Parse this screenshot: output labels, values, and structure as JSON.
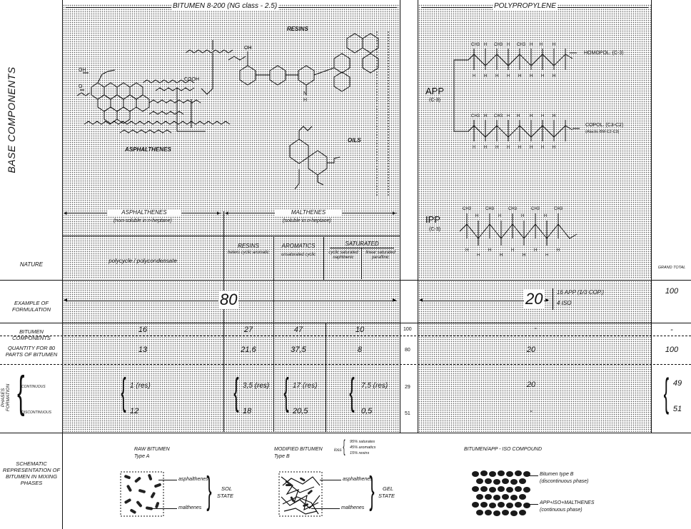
{
  "left_title": "BASE COMPONENTS",
  "headers": {
    "bitumen": "BITUMEN 8-200 (NG class - 2.5)",
    "polypropylene": "POLYPROPYLENE"
  },
  "bitumen_structures": {
    "resins_label": "RESINS",
    "asphalthenes_label": "ASPHALTHENES",
    "oils_label": "OILS",
    "oh": "OH",
    "cooh": "COOH",
    "o": "O",
    "n": "N",
    "h": "H"
  },
  "pp_structures": {
    "app_label": "APP",
    "app_sub": "(C-3)",
    "ipp_label": "IPP",
    "ipp_sub": "(C-3)",
    "homopol": "HOMOPOL. (C-3)",
    "copol": "COPOL. (C3-C2)",
    "copol_sub": "(Atactic BM C2-C3)",
    "ch3": "CH3",
    "h": "H",
    "c": "C"
  },
  "fractions": {
    "asphalthenes": "ASPHALTHENES",
    "asphalthenes_sub": "(non-soluble in n-heptane)",
    "malthenes": "MALTHENES",
    "malthenes_sub": "(soluble in n-heptane)"
  },
  "nature": {
    "label": "NATURE",
    "asphalthenes": "polycycle / polycondensate",
    "resins": "RESINS",
    "resins_sub": "hetero cyclic aromatic",
    "aromatics": "AROMATICS",
    "aromatics_sub": "unsaturated cyclic",
    "saturated": "SATURATED",
    "sat_cyclic": "cyclic saturated naphthenic",
    "sat_linear": "linear saturated paraffinic"
  },
  "grand_total_label": "GRAND TOTAL",
  "example": {
    "label": "EXAMPLE OF FORMULATION",
    "bitumen": "80",
    "pp": "20",
    "pp_note1": "16 APP (1/3 COP.)",
    "pp_note2": "4 ISO",
    "total": "100"
  },
  "components": {
    "label": "BITUMEN COMPONENTS",
    "values": [
      "16",
      "27",
      "47",
      "10"
    ],
    "subtotal": "100",
    "pp": "-",
    "total": "-"
  },
  "quantity": {
    "label": "QUANTITY FOR 80 PARTS OF BITUMEN",
    "values": [
      "13",
      "21,6",
      "37,5",
      "8"
    ],
    "subtotal": "80",
    "pp": "20",
    "total": "100"
  },
  "phases": {
    "label": "PHASES FORMATION",
    "continuous": "CONTINUOUS",
    "discontinuous": "DISCONTINUOUS",
    "cont_values": [
      "1 (res)",
      "3,5 (res)",
      "17 (res)",
      "7,5 (res)"
    ],
    "cont_subtotal": "29",
    "cont_pp": "20",
    "cont_total": "49",
    "disc_values": [
      "12",
      "18",
      "20,5",
      "0,5"
    ],
    "disc_subtotal": "51",
    "disc_pp": "-",
    "disc_total": "51"
  },
  "schematic": {
    "label": "SCHEMATIC REPRESENTATION OF BITUMEN IN MIXING PHASES",
    "raw_title": "RAW BITUMEN",
    "raw_type": "Type A",
    "raw_top": "asphalthenes",
    "raw_bottom": "malthenes",
    "raw_state1": "SOL",
    "raw_state2": "STATE",
    "mod_title": "MODIFIED BITUMEN",
    "mod_type": "Type B",
    "mod_loss_label": "loss",
    "mod_loss1": "95% saturates",
    "mod_loss2": "45% aromatics",
    "mod_loss3": "15% resins",
    "mod_top": "asphalthenes",
    "mod_bottom": "malthenes",
    "mod_state1": "GEL",
    "mod_state2": "STATE",
    "comp_title": "BITUMEN/APP - ISO COMPOUND",
    "comp_note1": "Bitumen type B",
    "comp_note1b": "(discontinuous phase)",
    "comp_note2": "APP+ISO+MALTHENES",
    "comp_note2b": "(continuous phase)"
  }
}
